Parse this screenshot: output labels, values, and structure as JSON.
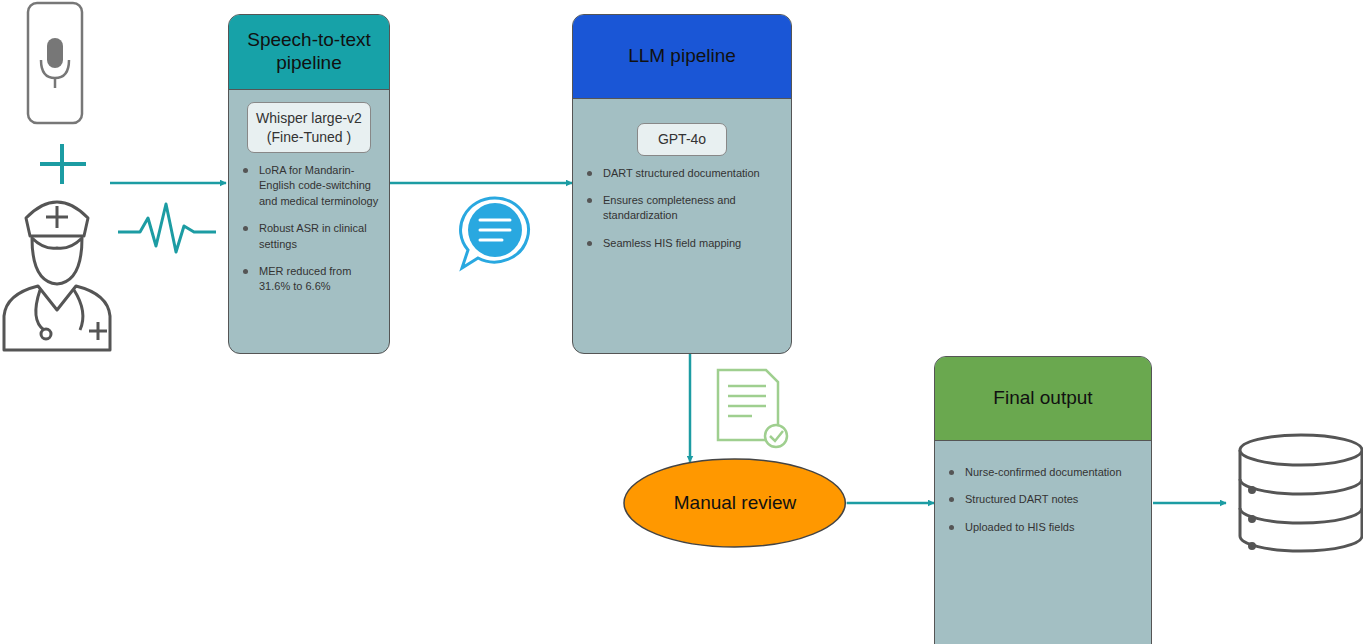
{
  "diagram": {
    "nodes": [
      {
        "text": [
          "Speech-to-text pipeline",
          "LoRA for Mandarin-English code-switching and medical terminology",
          "Robust ASR in clinical settings",
          "MER reduced from 31.6% to 6.6%"
        ]
      },
      {
        "text": [
          "Whisper large-v2 (Fine-Tuned )"
        ],
        "in": 0
      },
      {
        "text": [
          "LLM pipeline",
          "DART structured documentation",
          "Ensures completeness and standardization",
          "Seamless HIS field mapping"
        ]
      },
      {
        "text": [
          "GPT-4o"
        ],
        "in": 2
      },
      {
        "text": [
          "Manual review"
        ]
      },
      {
        "text": [
          "Final output",
          "Nurse-confirmed documentation",
          "Structured DART notes",
          "Uploaded to HIS fields"
        ]
      }
    ],
    "edges": [
      {
        "from": 0,
        "to": 2,
        "arrow": "to"
      },
      {
        "from": 2,
        "to": 4,
        "arrow": "to"
      },
      {
        "from": 4,
        "to": 5,
        "arrow": "to"
      }
    ]
  }
}
